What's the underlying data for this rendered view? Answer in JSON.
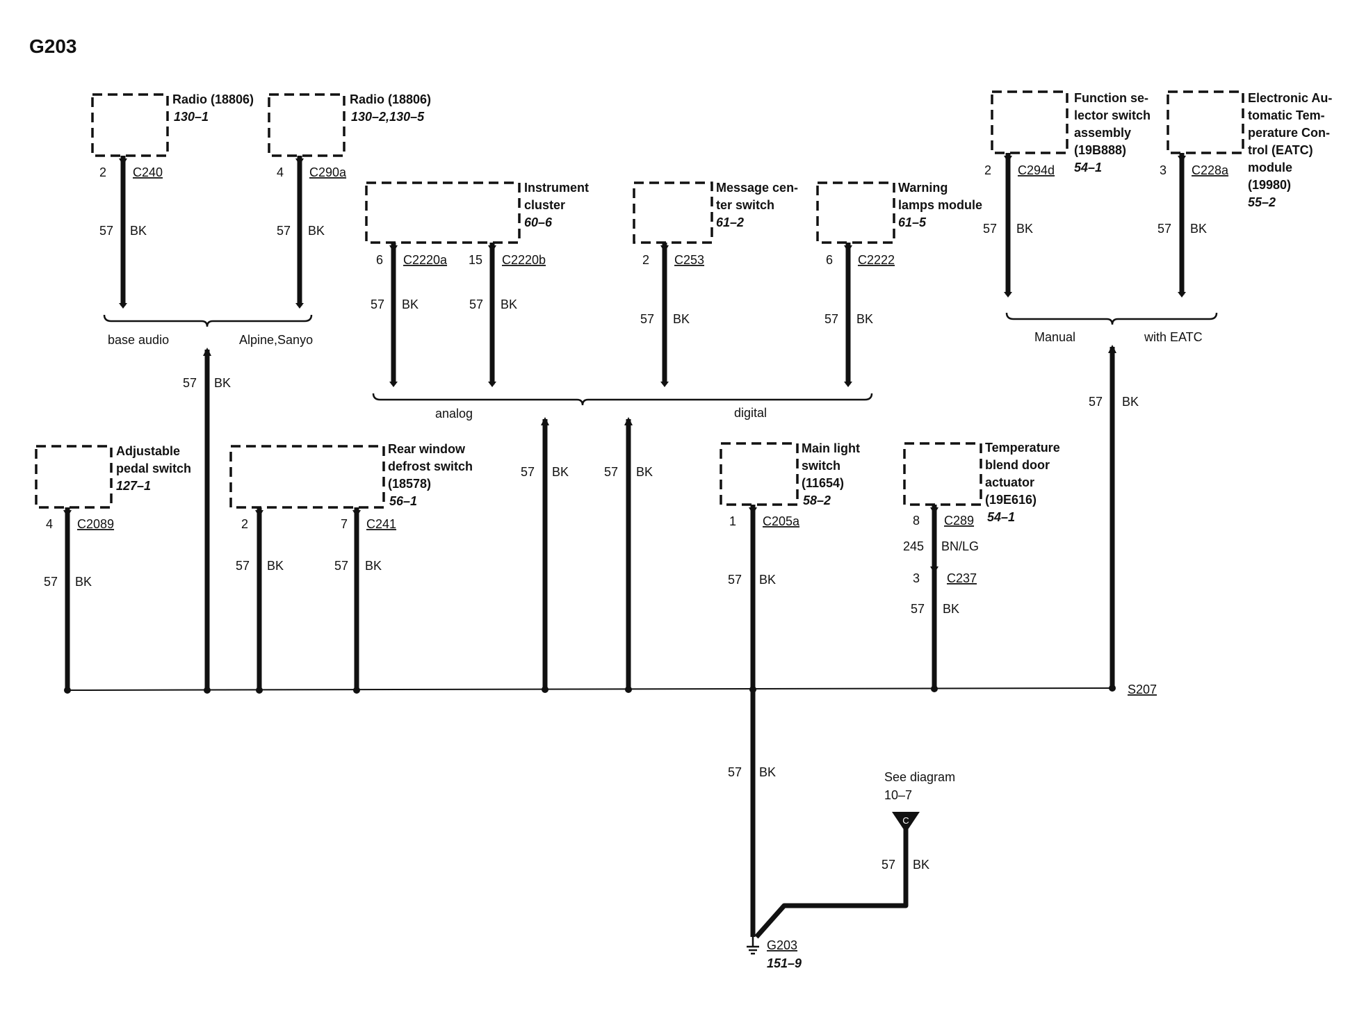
{
  "title": "G203",
  "components": [
    {
      "id": "radio1",
      "name": "Radio (18806)",
      "ref": "130–1"
    },
    {
      "id": "radio2",
      "name": "Radio (18806)",
      "ref": "130–2,130–5"
    },
    {
      "id": "cluster",
      "name": [
        "Instrument",
        "cluster"
      ],
      "ref": "60–6"
    },
    {
      "id": "msgctr",
      "name": [
        "Message cen-",
        "ter switch"
      ],
      "ref": "61–2"
    },
    {
      "id": "warn",
      "name": [
        "Warning",
        "lamps module"
      ],
      "ref": "61–5"
    },
    {
      "id": "funcsel",
      "name": [
        "Function se-",
        "lector switch",
        "assembly",
        "(19B888)"
      ],
      "ref": "54–1"
    },
    {
      "id": "eatc",
      "name": [
        "Electronic Au-",
        "tomatic Tem-",
        "perature Con-",
        "trol (EATC)",
        "module",
        "(19980)"
      ],
      "ref": "55–2"
    },
    {
      "id": "pedal",
      "name": [
        "Adjustable",
        "pedal switch"
      ],
      "ref": "127–1"
    },
    {
      "id": "defrost",
      "name": [
        "Rear window",
        "defrost switch",
        "(18578)"
      ],
      "ref": "56–1"
    },
    {
      "id": "mainlight",
      "name": [
        "Main light",
        "switch",
        "(11654)"
      ],
      "ref": "58–2"
    },
    {
      "id": "blend",
      "name": [
        "Temperature",
        "blend door",
        "actuator",
        "(19E616)"
      ],
      "ref": "54–1"
    }
  ],
  "connectors": [
    {
      "id": "c240",
      "pin": "2",
      "name": "C240"
    },
    {
      "id": "c290a",
      "pin": "4",
      "name": "C290a"
    },
    {
      "id": "c2220a",
      "pin": "6",
      "name": "C2220a"
    },
    {
      "id": "c2220b",
      "pin": "15",
      "name": "C2220b"
    },
    {
      "id": "c253",
      "pin": "2",
      "name": "C253"
    },
    {
      "id": "c2222",
      "pin": "6",
      "name": "C2222"
    },
    {
      "id": "c294d",
      "pin": "2",
      "name": "C294d"
    },
    {
      "id": "c228a",
      "pin": "3",
      "name": "C228a"
    },
    {
      "id": "c2089",
      "pin": "4",
      "name": "C2089"
    },
    {
      "id": "c241p2",
      "pin": "2",
      "name": ""
    },
    {
      "id": "c241",
      "pin": "7",
      "name": "C241"
    },
    {
      "id": "c205a",
      "pin": "1",
      "name": "C205a"
    },
    {
      "id": "c289",
      "pin": "8",
      "name": "C289"
    },
    {
      "id": "c237",
      "pin": "3",
      "name": "C237"
    }
  ],
  "wire": {
    "circuit": "57",
    "color": "BK"
  },
  "wire_alt": {
    "circuit": "245",
    "color": "BN/LG"
  },
  "groups": {
    "radio": [
      "base audio",
      "Alpine,Sanyo"
    ],
    "cluster": [
      "analog",
      "digital"
    ],
    "eatc": [
      "Manual",
      "with EATC"
    ]
  },
  "splice": "S207",
  "ground": {
    "name": "G203",
    "ref": "151–9"
  },
  "see_diagram": {
    "line1": "See diagram",
    "line2": "10–7",
    "marker": "C"
  }
}
